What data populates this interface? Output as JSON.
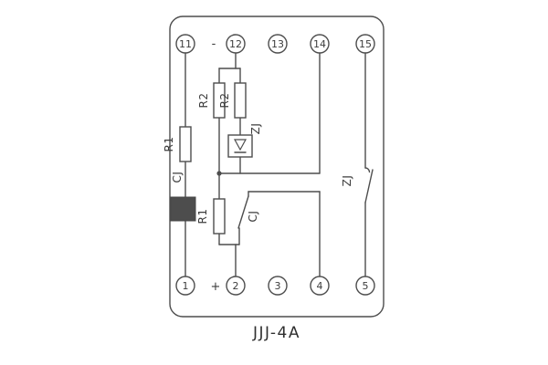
{
  "colors": {
    "line": "#4d4d4d",
    "text": "#3c3c3c",
    "coil_fill": "#4d4d4d",
    "background": "#ffffff"
  },
  "caption": "JJJ-4A",
  "terminals": {
    "top": [
      "11",
      "12",
      "13",
      "14",
      "15"
    ],
    "bottom": [
      "1",
      "2",
      "3",
      "4",
      "5"
    ],
    "minus_sign": "-",
    "plus_sign": "+"
  },
  "components": {
    "r1_upper": "R1",
    "cj_coil": "CJ",
    "r2_left": "R2",
    "r2_right": "R2",
    "zj_valve": "ZJ",
    "r1_lower": "R1",
    "cj_contact": "CJ",
    "zj_contact": "ZJ"
  }
}
